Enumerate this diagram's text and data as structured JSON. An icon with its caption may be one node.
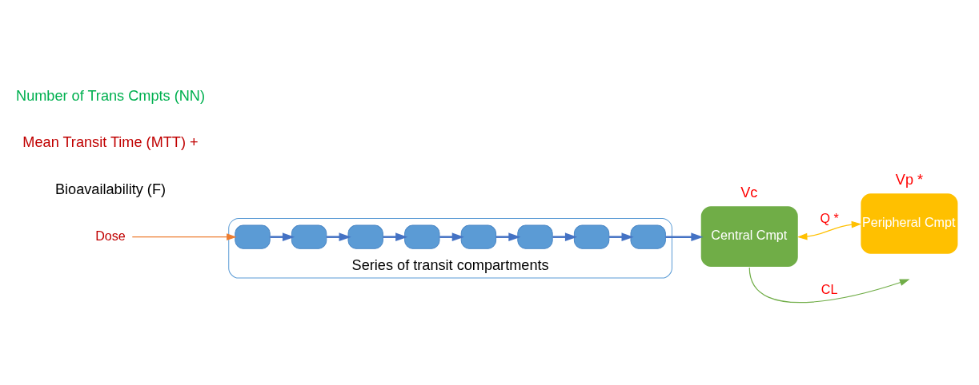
{
  "diagram": {
    "nodes": [
      {
        "text": [
          "Dose"
        ]
      },
      {
        "text": [
          "Series of transit compartments"
        ]
      },
      {
        "text": [],
        "shape": "box",
        "in": 1
      },
      {
        "text": [],
        "shape": "box",
        "in": 1
      },
      {
        "text": [],
        "shape": "box",
        "in": 1
      },
      {
        "text": [],
        "shape": "box",
        "in": 1
      },
      {
        "text": [],
        "shape": "box",
        "in": 1
      },
      {
        "text": [],
        "shape": "box",
        "in": 1
      },
      {
        "text": [],
        "shape": "box",
        "in": 1
      },
      {
        "text": [],
        "shape": "box",
        "in": 1
      },
      {
        "text": [
          "Central Cmpt"
        ],
        "beside": [
          "Vc"
        ]
      },
      {
        "text": [
          "Peripheral Cmpt"
        ],
        "beside": [
          "Vp *"
        ]
      }
    ],
    "edges": [
      {
        "from": 0,
        "to": 2,
        "arrow": "to",
        "color": "#ed7d31"
      },
      {
        "from": 2,
        "to": 3,
        "arrow": "to"
      },
      {
        "from": 3,
        "to": 4,
        "arrow": "to"
      },
      {
        "from": 4,
        "to": 5,
        "arrow": "to"
      },
      {
        "from": 5,
        "to": 6,
        "arrow": "to"
      },
      {
        "from": 6,
        "to": 7,
        "arrow": "to"
      },
      {
        "from": 7,
        "to": 8,
        "arrow": "to"
      },
      {
        "from": 8,
        "to": 9,
        "arrow": "to"
      },
      {
        "from": 9,
        "to": 10,
        "arrow": "to"
      },
      {
        "from": 10,
        "to": 11,
        "arrow": "both",
        "label": "Q *",
        "color": "#ffc000"
      },
      {
        "from": 10,
        "to": null,
        "arrow": "to",
        "label": "CL",
        "color": "#70ad47"
      }
    ],
    "labels": [
      "Bioavailability (F)",
      "Mean Transit Time (MTT) +",
      "Number of Trans Cmpts (NN)"
    ]
  }
}
